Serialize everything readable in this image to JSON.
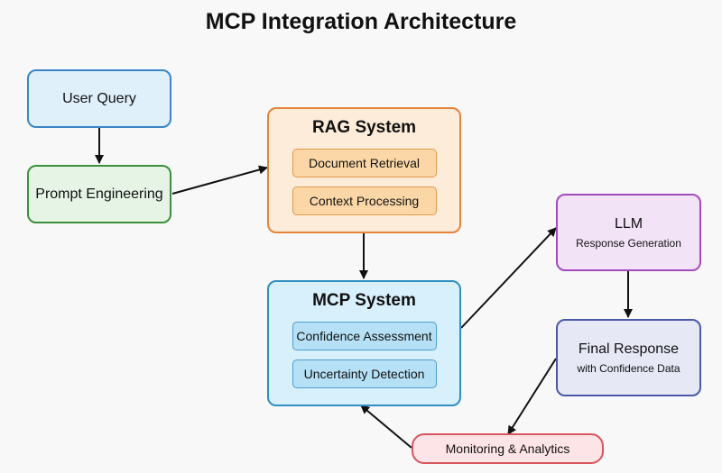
{
  "title": "MCP Integration Architecture",
  "nodes": {
    "user_query": "User Query",
    "prompt_engineering": "Prompt Engineering",
    "rag_system": {
      "title": "RAG System",
      "items": [
        "Document Retrieval",
        "Context Processing"
      ]
    },
    "mcp_system": {
      "title": "MCP System",
      "items": [
        "Confidence Assessment",
        "Uncertainty Detection"
      ]
    },
    "llm": {
      "title": "LLM",
      "subtitle": "Response Generation"
    },
    "final_response": {
      "title": "Final Response",
      "subtitle": "with Confidence Data"
    },
    "monitoring": "Monitoring & Analytics"
  },
  "edges": [
    {
      "from": "User Query",
      "to": "Prompt Engineering"
    },
    {
      "from": "Prompt Engineering",
      "to": "RAG System"
    },
    {
      "from": "RAG System",
      "to": "MCP System"
    },
    {
      "from": "MCP System",
      "to": "LLM"
    },
    {
      "from": "LLM",
      "to": "Final Response"
    },
    {
      "from": "Final Response",
      "to": "Monitoring & Analytics"
    },
    {
      "from": "Monitoring & Analytics",
      "to": "MCP System"
    }
  ],
  "colors": {
    "blue": "#3a85c6",
    "green": "#3d8f3d",
    "orange": "#e6833a",
    "cyan": "#2f8fc0",
    "purple": "#a24bbd",
    "navy": "#4b5aa6",
    "red": "#d8545e"
  }
}
